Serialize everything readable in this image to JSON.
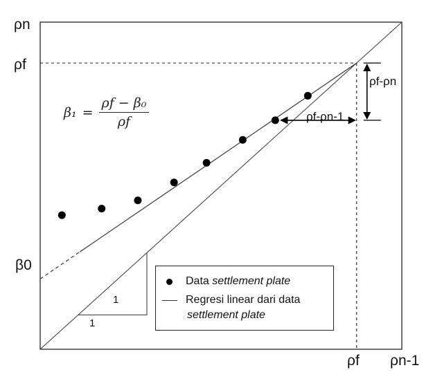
{
  "chart_data": {
    "type": "scatter",
    "xlabel": "ρn-1",
    "ylabel": "ρn",
    "xlim": [
      0,
      1
    ],
    "ylim": [
      0,
      1
    ],
    "rho_f": 0.875,
    "beta0": 0.215,
    "points": [
      {
        "x": 0.06,
        "y": 0.41
      },
      {
        "x": 0.17,
        "y": 0.43
      },
      {
        "x": 0.27,
        "y": 0.455
      },
      {
        "x": 0.37,
        "y": 0.51
      },
      {
        "x": 0.46,
        "y": 0.57
      },
      {
        "x": 0.56,
        "y": 0.64
      },
      {
        "x": 0.65,
        "y": 0.7
      },
      {
        "x": 0.74,
        "y": 0.775
      }
    ],
    "series": [
      {
        "name": "Data settlement plate",
        "type": "scatter"
      },
      {
        "name": "Regresi linear dari data settlement plate",
        "type": "line"
      }
    ],
    "legend": "bottom-right",
    "grid": false
  },
  "labels": {
    "y_axis": "ρn",
    "x_axis": "ρn-1",
    "rho_f_y": "ρf",
    "rho_f_x": "ρf",
    "beta0": "β0",
    "diff_vertical": "ρf-ρn",
    "diff_horizontal": "ρf-ρn-1",
    "slope_value_v": "1",
    "slope_value_h": "1"
  },
  "formula": {
    "lhs": "β₁",
    "equals": "=",
    "numerator": "ρ𝑓 − β₀",
    "denominator": "ρ𝑓"
  },
  "legend": {
    "item1_prefix": "Data ",
    "item1_italic": "settlement plate",
    "item2_line1": "Regresi linear dari data",
    "item2_line2": "settlement plate"
  },
  "colors": {
    "axis": "#222222",
    "line": "#444444",
    "marker": "#000000"
  }
}
